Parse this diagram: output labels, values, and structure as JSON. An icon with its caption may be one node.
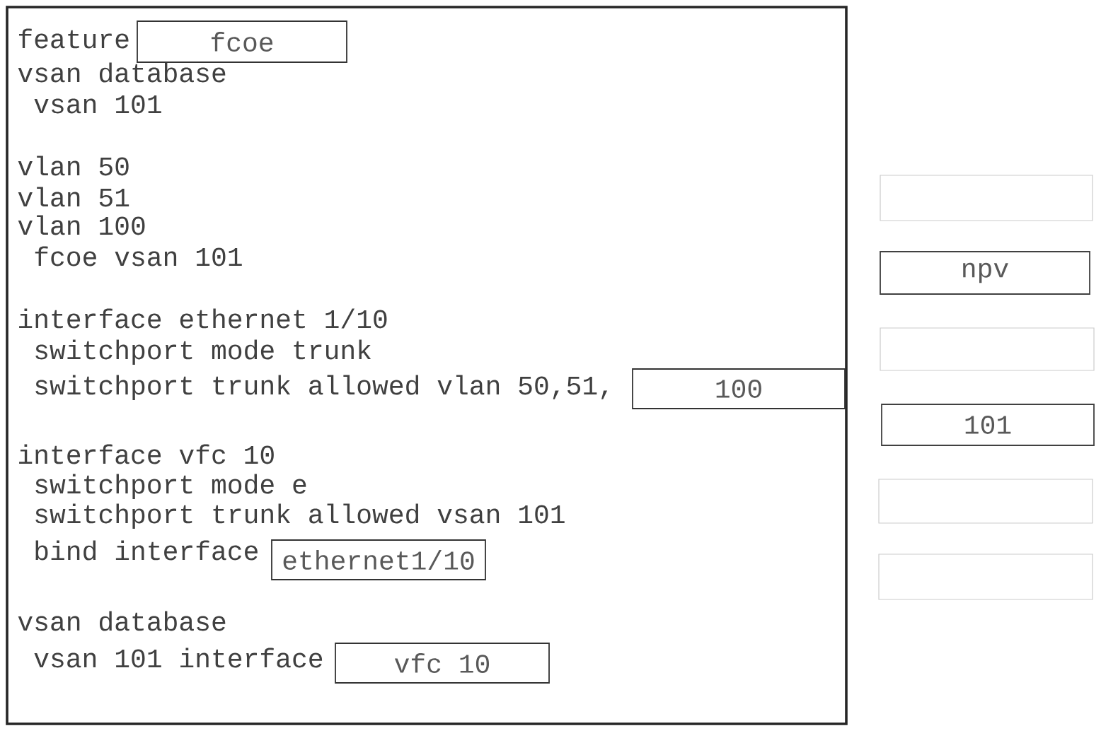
{
  "diagram": {
    "nodes": [
      {
        "text": [
          "feature",
          "vsan database",
          " vsan 101",
          "vlan 50",
          "vlan 51",
          "vlan 100",
          " fcoe vsan 101",
          "interface ethernet 1/10",
          " switchport mode trunk",
          " switchport trunk allowed vlan 50,51,",
          "interface vfc 10",
          " switchport mode e",
          " switchport trunk allowed vsan 101",
          " bind interface",
          "vsan database",
          " vsan 101 interface"
        ]
      },
      {
        "text": [
          "fcoe"
        ],
        "in": 0
      },
      {
        "text": [
          "100"
        ],
        "in": 0
      },
      {
        "text": [
          "ethernet1/10"
        ],
        "in": 0
      },
      {
        "text": [
          "vfc 10"
        ],
        "in": 0
      },
      {
        "text": [],
        "shape": "box"
      },
      {
        "text": [
          "npv"
        ]
      },
      {
        "text": [],
        "shape": "box"
      },
      {
        "text": [
          "101"
        ]
      },
      {
        "text": [],
        "shape": "box"
      },
      {
        "text": [],
        "shape": "box"
      }
    ]
  }
}
